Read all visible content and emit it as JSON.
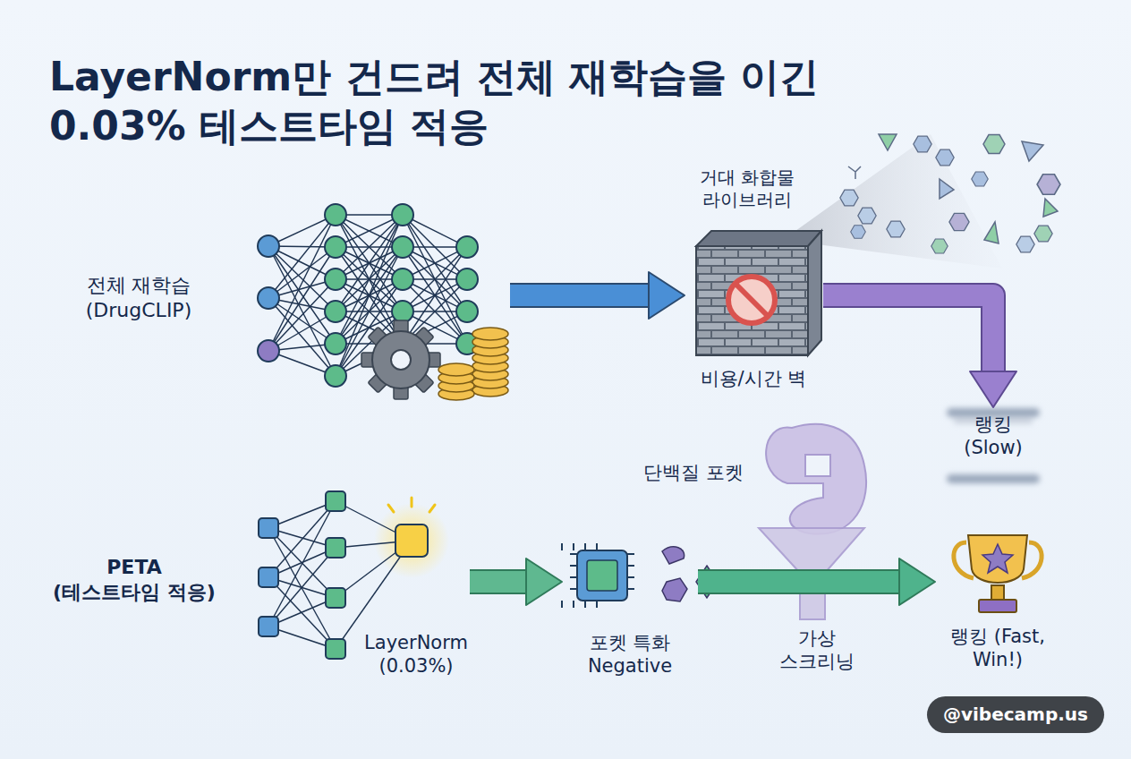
{
  "diagram": {
    "title": "LayerNorm만 건드려 전체 재학습을 이긴 0.03% 테스트타임 적응",
    "nodes": [
      {
        "text": [
          "전체 재학습 (DrugCLIP)"
        ]
      },
      {
        "text": [
          "거대 화합물 라이브러리"
        ]
      },
      {
        "text": [
          "비용/시간 벽"
        ]
      },
      {
        "text": [
          "랭킹 (Slow)"
        ]
      },
      {
        "text": [
          "PETA (테스트타임 적응)"
        ]
      },
      {
        "text": [
          "LayerNorm (0.03%)"
        ],
        "in": 4
      },
      {
        "text": [
          "포켓 특화 Negative"
        ]
      },
      {
        "text": [
          "단백질 포켓"
        ]
      },
      {
        "text": [
          "랭킹 (Fast, Win!)"
        ]
      }
    ],
    "edges": [
      {
        "from": 0,
        "to": 2,
        "arrow": "to"
      },
      {
        "from": 2,
        "to": 3,
        "arrow": "to"
      },
      {
        "from": 5,
        "to": 6,
        "arrow": "to"
      },
      {
        "from": 6,
        "to": 8,
        "arrow": "to",
        "label": "가상 스크리닝"
      }
    ],
    "labels": [
      "@vibecamp.us"
    ]
  }
}
